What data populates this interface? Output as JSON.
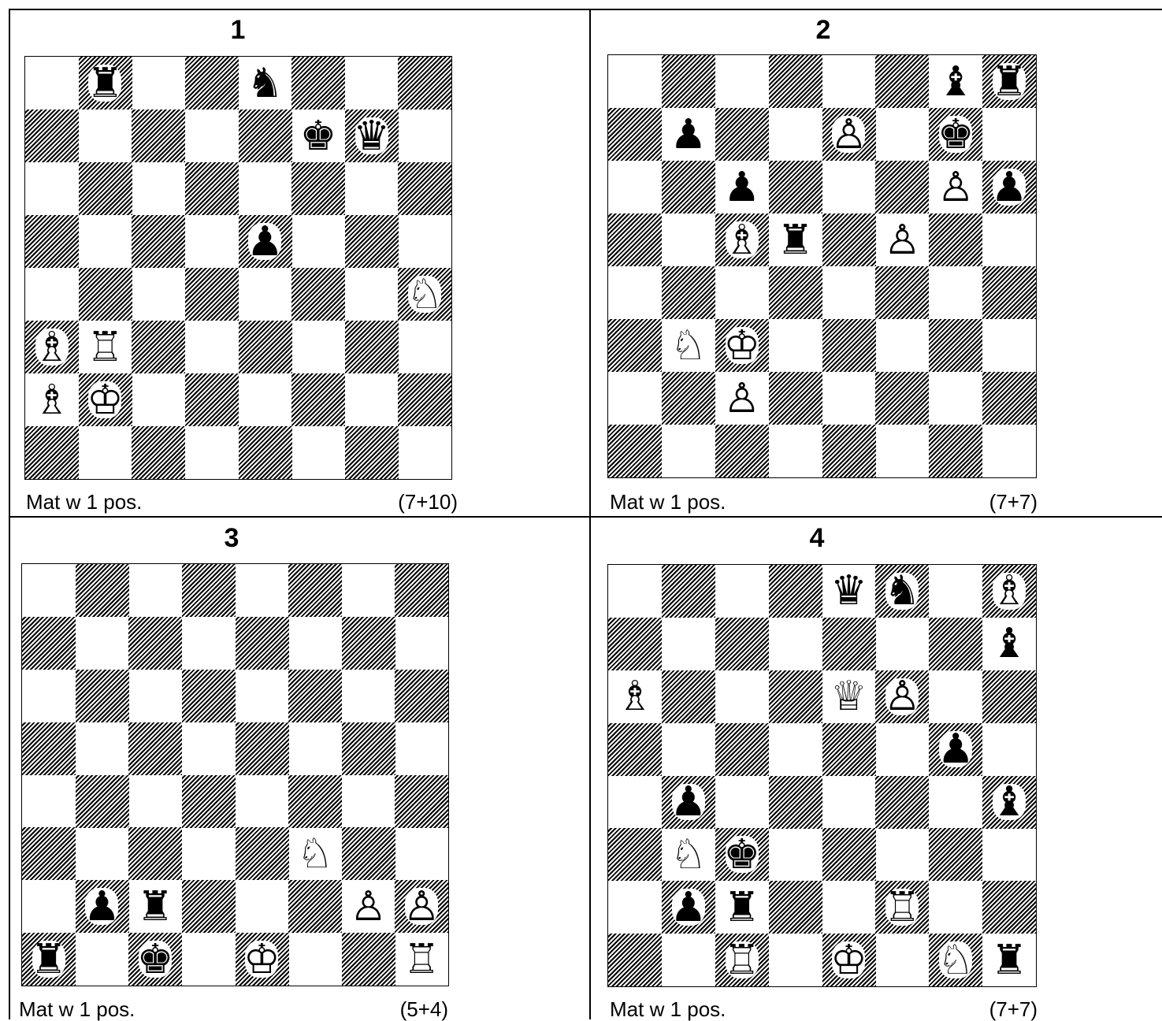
{
  "problems": [
    {
      "number": "1",
      "caption": "Mat w 1 pos.",
      "count": "(7+10)",
      "pieces": [
        {
          "square": "b8",
          "piece": "r",
          "glyph": "♜"
        },
        {
          "square": "e8",
          "piece": "n",
          "glyph": "♞"
        },
        {
          "square": "f7",
          "piece": "k",
          "glyph": "♚"
        },
        {
          "square": "g7",
          "piece": "q",
          "glyph": "♛"
        },
        {
          "square": "e5",
          "piece": "p",
          "glyph": "♟"
        },
        {
          "square": "h4",
          "piece": "N",
          "glyph": "♘"
        },
        {
          "square": "a3",
          "piece": "B",
          "glyph": "♗"
        },
        {
          "square": "b3",
          "piece": "R",
          "glyph": "♖"
        },
        {
          "square": "a2",
          "piece": "B",
          "glyph": "♗"
        },
        {
          "square": "b2",
          "piece": "K",
          "glyph": "♔"
        }
      ]
    },
    {
      "number": "2",
      "caption": "Mat w 1 pos.",
      "count": "(7+7)",
      "pieces": [
        {
          "square": "g8",
          "piece": "b",
          "glyph": "♝"
        },
        {
          "square": "h8",
          "piece": "r",
          "glyph": "♜"
        },
        {
          "square": "b7",
          "piece": "p",
          "glyph": "♟"
        },
        {
          "square": "e7",
          "piece": "P",
          "glyph": "♙"
        },
        {
          "square": "g7",
          "piece": "k",
          "glyph": "♚"
        },
        {
          "square": "c6",
          "piece": "p",
          "glyph": "♟"
        },
        {
          "square": "g6",
          "piece": "P",
          "glyph": "♙"
        },
        {
          "square": "h6",
          "piece": "p",
          "glyph": "♟"
        },
        {
          "square": "c5",
          "piece": "B",
          "glyph": "♗"
        },
        {
          "square": "d5",
          "piece": "r",
          "glyph": "♜"
        },
        {
          "square": "f5",
          "piece": "P",
          "glyph": "♙"
        },
        {
          "square": "b3",
          "piece": "N",
          "glyph": "♘"
        },
        {
          "square": "c3",
          "piece": "K",
          "glyph": "♔"
        },
        {
          "square": "c2",
          "piece": "P",
          "glyph": "♙"
        }
      ]
    },
    {
      "number": "3",
      "caption": "Mat w 1 pos.",
      "count": "(5+4)",
      "pieces": [
        {
          "square": "f3",
          "piece": "N",
          "glyph": "♘"
        },
        {
          "square": "b2",
          "piece": "p",
          "glyph": "♟"
        },
        {
          "square": "c2",
          "piece": "r",
          "glyph": "♜"
        },
        {
          "square": "g2",
          "piece": "P",
          "glyph": "♙"
        },
        {
          "square": "h2",
          "piece": "P",
          "glyph": "♙"
        },
        {
          "square": "a1",
          "piece": "r",
          "glyph": "♜"
        },
        {
          "square": "c1",
          "piece": "k",
          "glyph": "♚"
        },
        {
          "square": "e1",
          "piece": "K",
          "glyph": "♔"
        },
        {
          "square": "h1",
          "piece": "R",
          "glyph": "♖"
        }
      ]
    },
    {
      "number": "4",
      "caption": "Mat w 1 pos.",
      "count": "(7+7)",
      "pieces": [
        {
          "square": "e8",
          "piece": "q",
          "glyph": "♛"
        },
        {
          "square": "f8",
          "piece": "n",
          "glyph": "♞"
        },
        {
          "square": "h8",
          "piece": "B",
          "glyph": "♗"
        },
        {
          "square": "h7",
          "piece": "b",
          "glyph": "♝"
        },
        {
          "square": "a6",
          "piece": "B",
          "glyph": "♗"
        },
        {
          "square": "e6",
          "piece": "Q",
          "glyph": "♕"
        },
        {
          "square": "f6",
          "piece": "P",
          "glyph": "♙"
        },
        {
          "square": "g5",
          "piece": "p",
          "glyph": "♟"
        },
        {
          "square": "b4",
          "piece": "p",
          "glyph": "♟"
        },
        {
          "square": "h4",
          "piece": "b",
          "glyph": "♝"
        },
        {
          "square": "b3",
          "piece": "N",
          "glyph": "♘"
        },
        {
          "square": "c3",
          "piece": "k",
          "glyph": "♚"
        },
        {
          "square": "b2",
          "piece": "p",
          "glyph": "♟"
        },
        {
          "square": "c2",
          "piece": "r",
          "glyph": "♜"
        },
        {
          "square": "f2",
          "piece": "R",
          "glyph": "♖"
        },
        {
          "square": "c1",
          "piece": "R",
          "glyph": "♖"
        },
        {
          "square": "e1",
          "piece": "K",
          "glyph": "♔"
        },
        {
          "square": "g1",
          "piece": "N",
          "glyph": "♘"
        },
        {
          "square": "h1",
          "piece": "r",
          "glyph": "♜"
        }
      ]
    }
  ]
}
